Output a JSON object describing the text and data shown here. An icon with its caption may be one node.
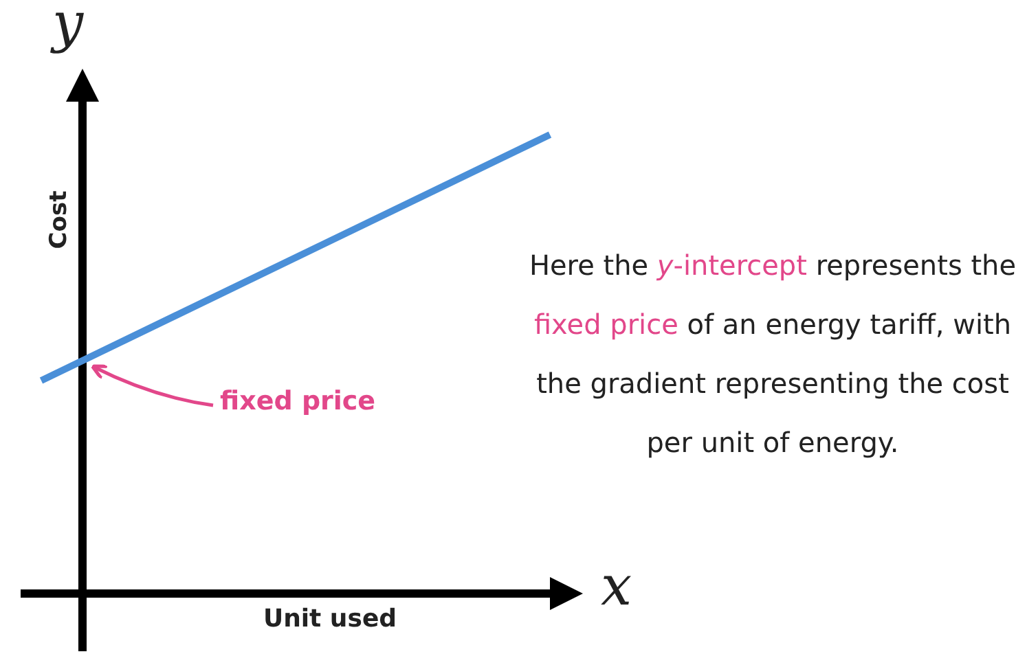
{
  "diagram": {
    "nodes": [
      {
        "text": [
          "fixed price"
        ]
      },
      {
        "text": [],
        "shape": "line"
      }
    ],
    "edges": [
      {
        "from": 0,
        "to": 1,
        "arrow": "to"
      }
    ],
    "labels": [
      "y",
      "Cost",
      "x",
      "Unit used",
      "Here the ***y*-intercept** represents the **fixed price** of an energy tariff, with the gradient representing the cost per unit of energy."
    ]
  }
}
